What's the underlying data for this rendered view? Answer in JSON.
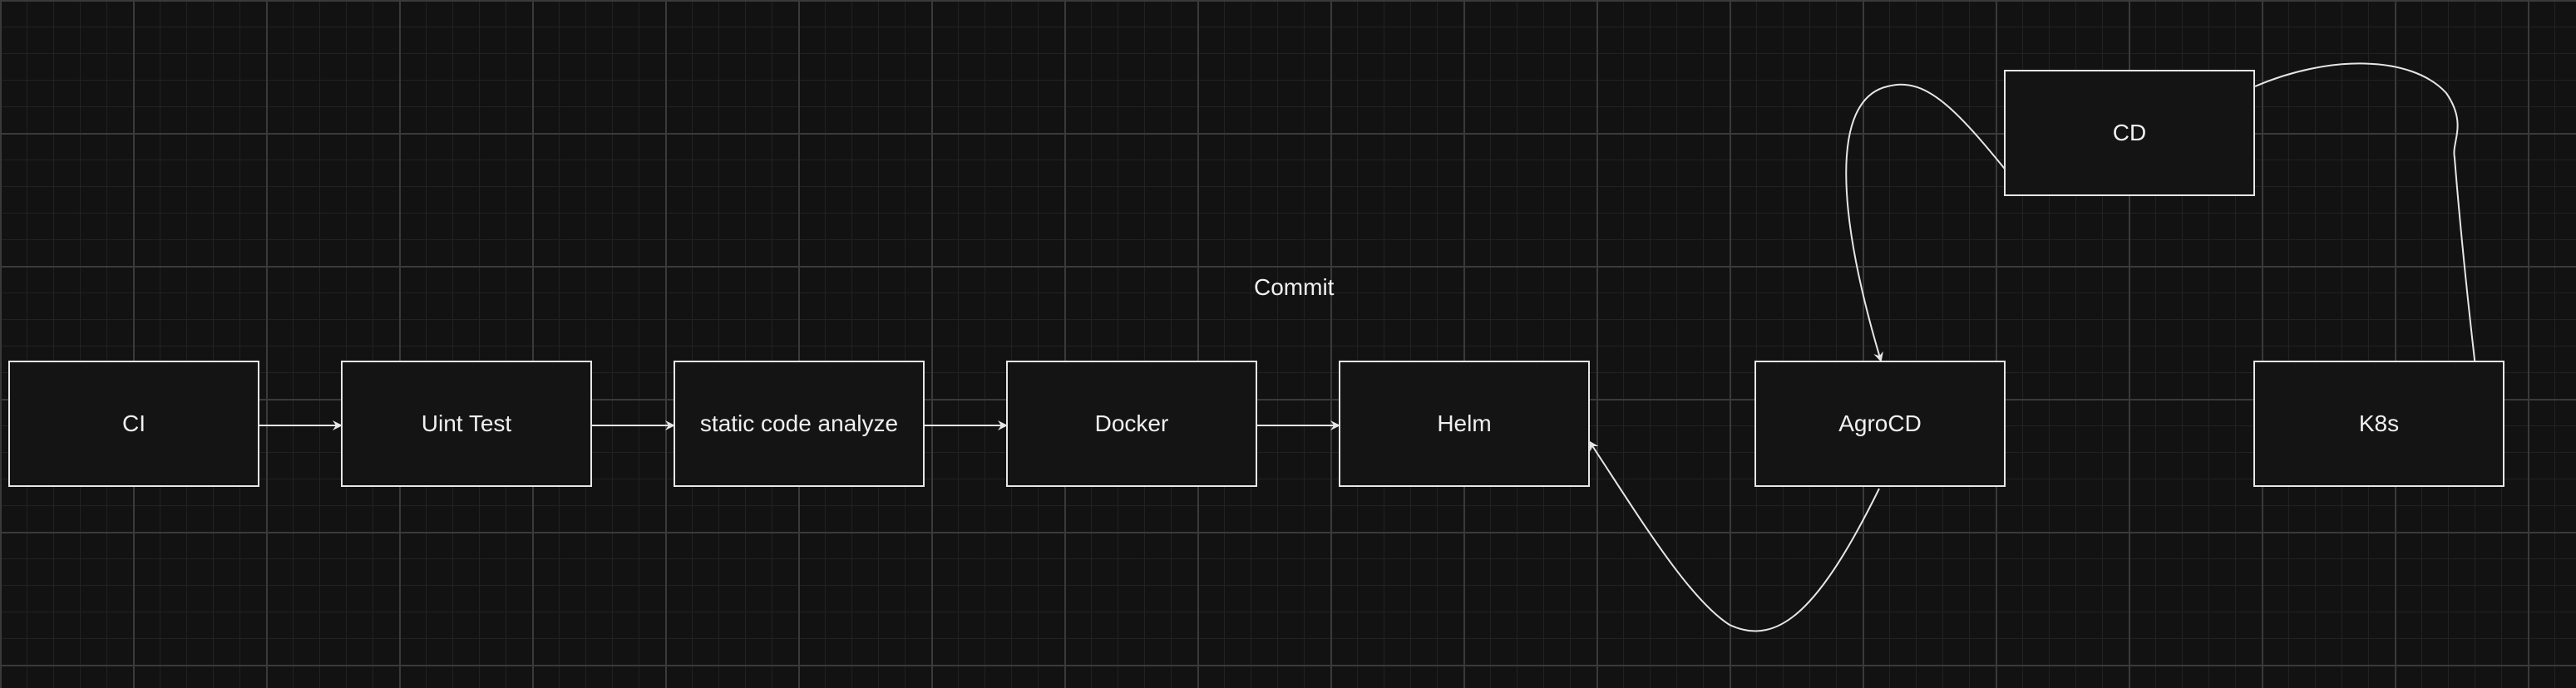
{
  "diagram": {
    "nodes": {
      "ci": "CI",
      "unit_test": "Uint Test",
      "static_code": "static code analyze",
      "docker": "Docker",
      "helm": "Helm",
      "argocd": "AgroCD",
      "k8s": "K8s",
      "cd": "CD"
    },
    "labels": {
      "commit": "Commit"
    },
    "edges": [
      {
        "from": "ci",
        "to": "unit_test"
      },
      {
        "from": "unit_test",
        "to": "static_code"
      },
      {
        "from": "static_code",
        "to": "docker"
      },
      {
        "from": "docker",
        "to": "helm"
      },
      {
        "from": "argocd",
        "to": "helm"
      },
      {
        "from": "cd",
        "to": "argocd"
      },
      {
        "from": "cd",
        "to": "k8s"
      }
    ],
    "colors": {
      "background": "#121212",
      "stroke": "#e6e6e6",
      "text": "#f0f0f0"
    }
  }
}
